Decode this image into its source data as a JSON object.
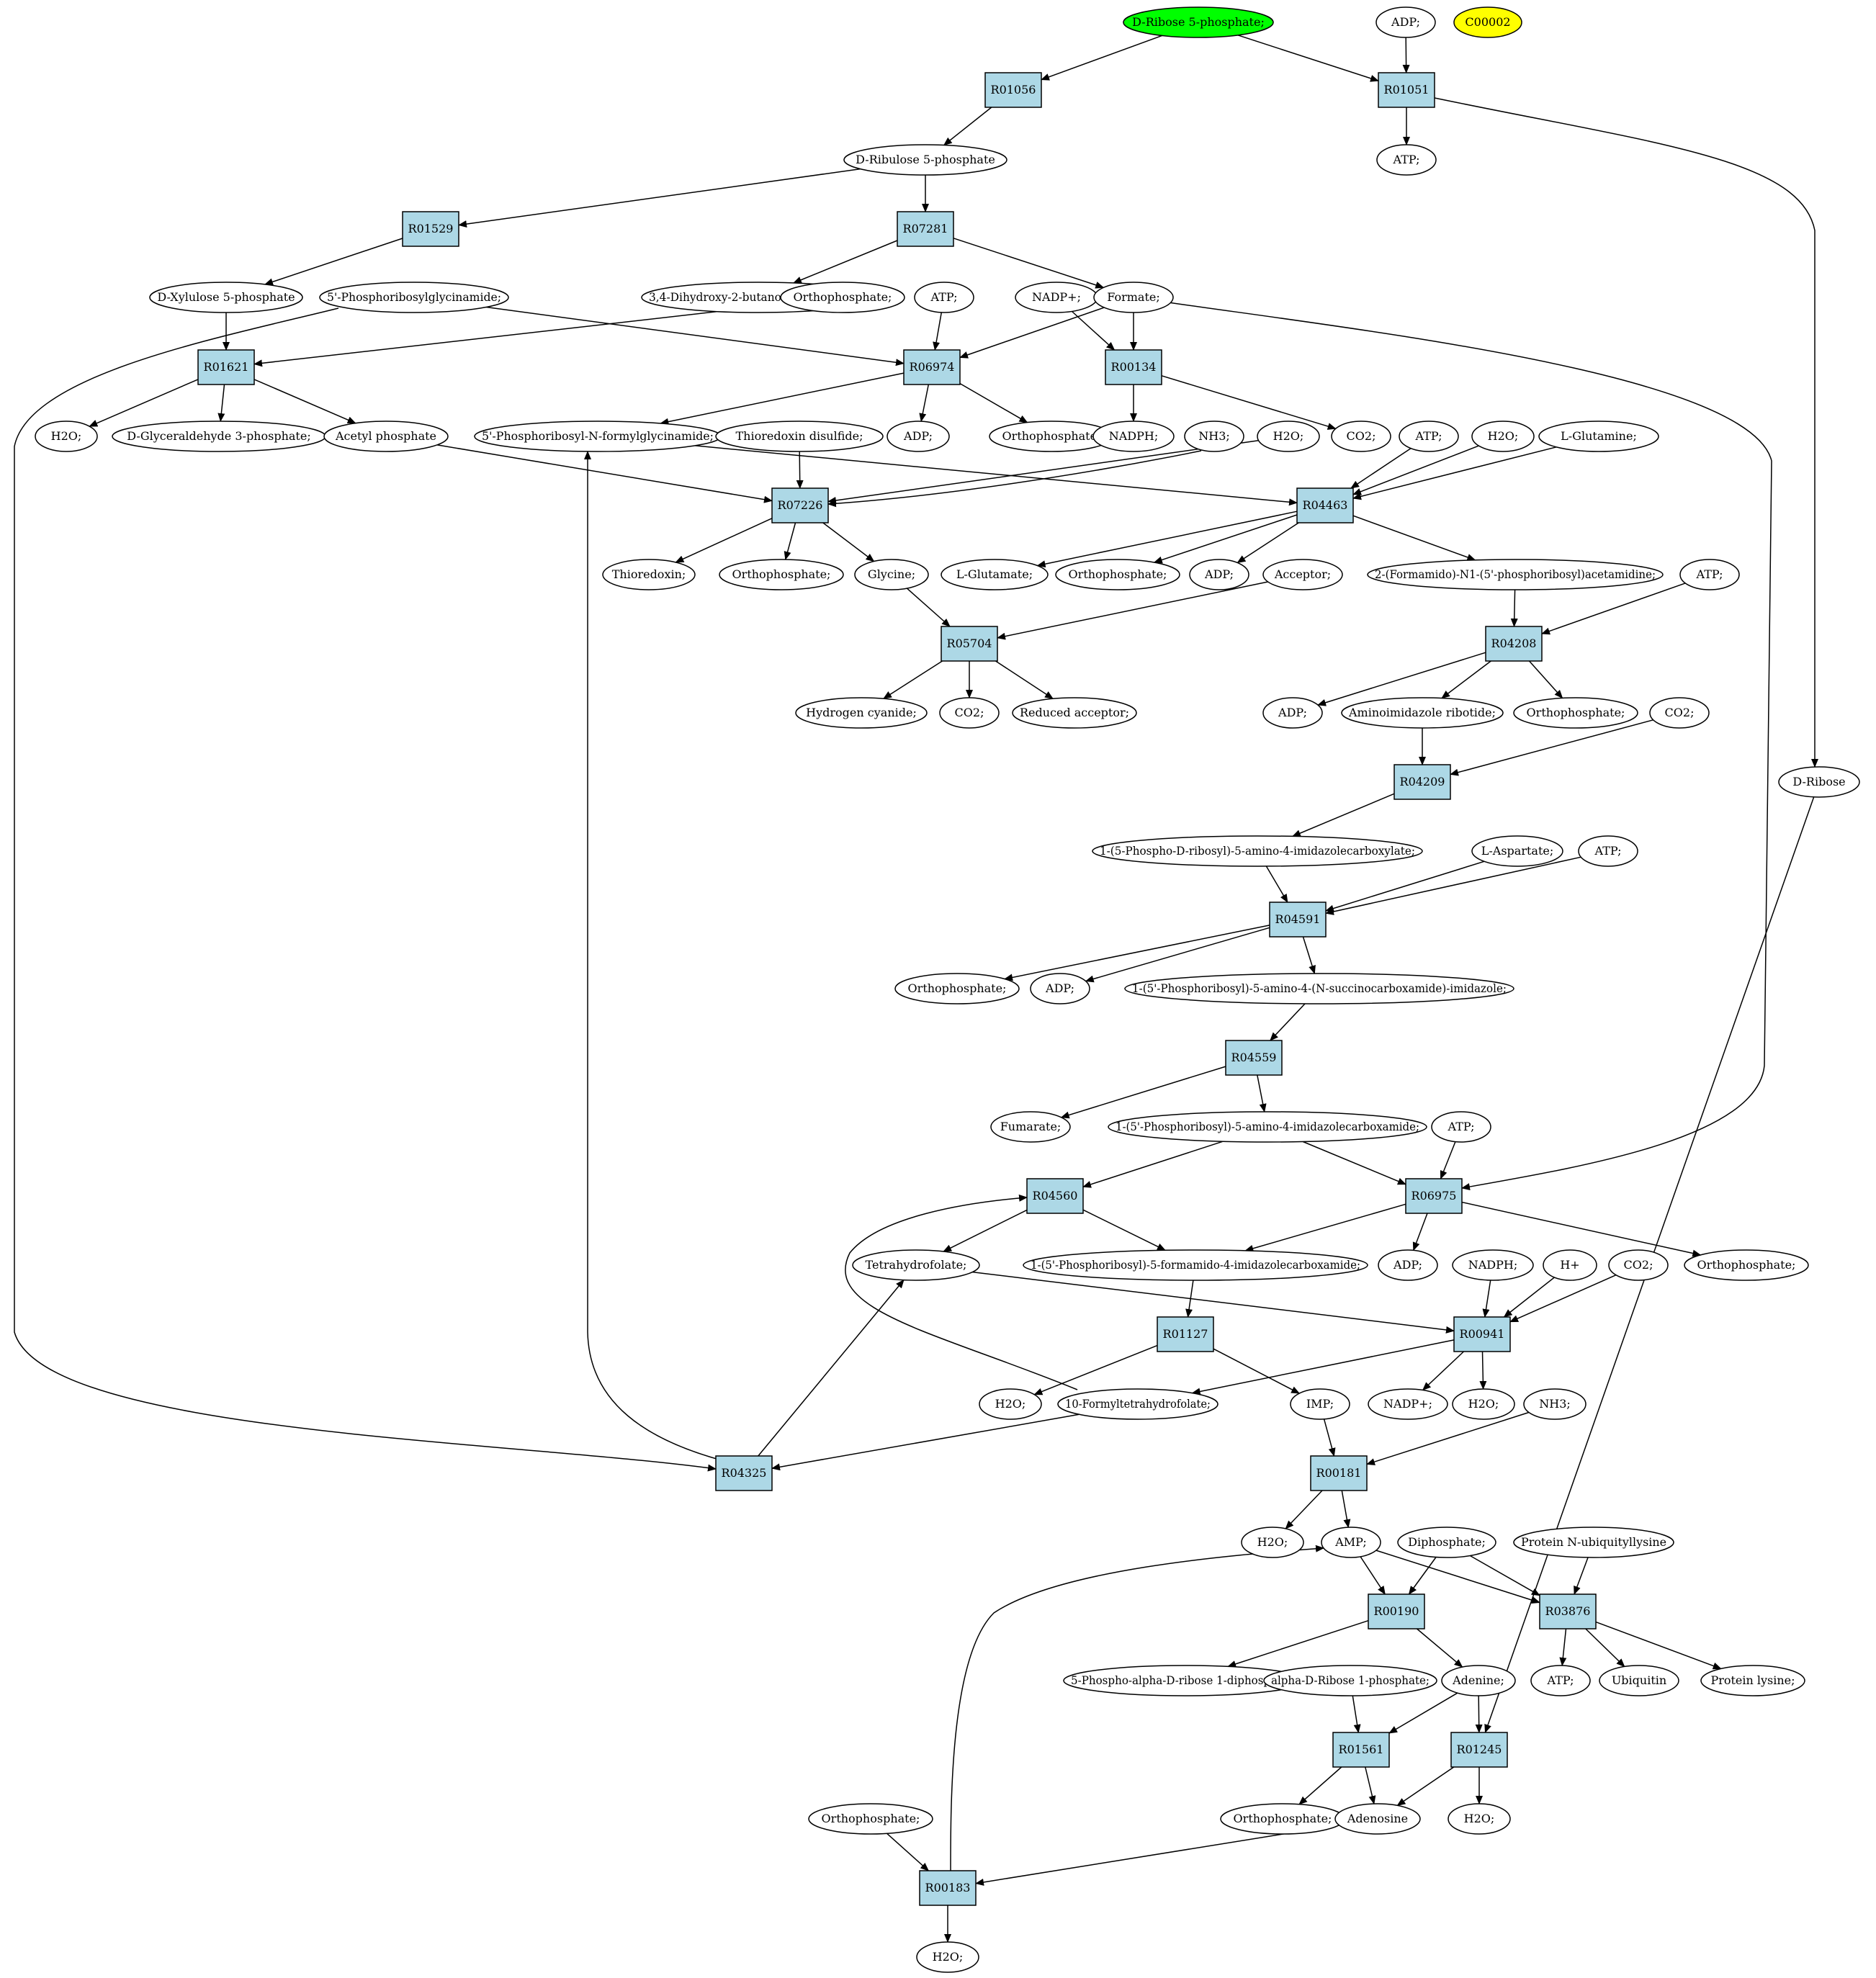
{
  "colors": {
    "reaction": "#add8e6",
    "compound": "#ffffff",
    "highlight_green": "#00ff00",
    "highlight_yellow": "#ffff00",
    "edge": "#000000"
  },
  "nodes": [
    {
      "id": "n1",
      "kind": "compound",
      "label": "D-Ribose 5-phosphate;",
      "color": "highlight_green"
    },
    {
      "id": "n2",
      "kind": "compound",
      "label": "ADP;"
    },
    {
      "id": "n3",
      "kind": "compound",
      "label": "C00002",
      "color": "highlight_yellow"
    },
    {
      "id": "r1",
      "kind": "reaction",
      "label": "R01056"
    },
    {
      "id": "r2",
      "kind": "reaction",
      "label": "R01051"
    },
    {
      "id": "n4",
      "kind": "compound",
      "label": "D-Ribulose 5-phosphate"
    },
    {
      "id": "n5",
      "kind": "compound",
      "label": "ATP;"
    },
    {
      "id": "r3",
      "kind": "reaction",
      "label": "R01529"
    },
    {
      "id": "r4",
      "kind": "reaction",
      "label": "R07281"
    },
    {
      "id": "n6",
      "kind": "compound",
      "label": "D-Xylulose 5-phosphate"
    },
    {
      "id": "n7",
      "kind": "compound",
      "label": "5'-Phosphoribosylglycinamide;"
    },
    {
      "id": "n8",
      "kind": "compound",
      "label": "3,4-Dihydroxy-2-butanone 4-phosphate"
    },
    {
      "id": "n9",
      "kind": "compound",
      "label": "Orthophosphate;"
    },
    {
      "id": "n10",
      "kind": "compound",
      "label": "ATP;"
    },
    {
      "id": "n11",
      "kind": "compound",
      "label": "NADP+;"
    },
    {
      "id": "n12",
      "kind": "compound",
      "label": "Formate;"
    },
    {
      "id": "r5",
      "kind": "reaction",
      "label": "R01621"
    },
    {
      "id": "r6",
      "kind": "reaction",
      "label": "R06974"
    },
    {
      "id": "r7",
      "kind": "reaction",
      "label": "R00134"
    },
    {
      "id": "n13",
      "kind": "compound",
      "label": "H2O;"
    },
    {
      "id": "n14",
      "kind": "compound",
      "label": "D-Glyceraldehyde 3-phosphate;"
    },
    {
      "id": "n15",
      "kind": "compound",
      "label": "Acetyl phosphate"
    },
    {
      "id": "n16",
      "kind": "compound",
      "label": "5'-Phosphoribosyl-N-formylglycinamide;"
    },
    {
      "id": "n17",
      "kind": "compound",
      "label": "Thioredoxin disulfide;"
    },
    {
      "id": "n18",
      "kind": "compound",
      "label": "ADP;"
    },
    {
      "id": "n19",
      "kind": "compound",
      "label": "Orthophosphate;"
    },
    {
      "id": "n20",
      "kind": "compound",
      "label": "NADPH;"
    },
    {
      "id": "n21",
      "kind": "compound",
      "label": "NH3;"
    },
    {
      "id": "n22",
      "kind": "compound",
      "label": "H2O;"
    },
    {
      "id": "n23",
      "kind": "compound",
      "label": "CO2;"
    },
    {
      "id": "n24",
      "kind": "compound",
      "label": "ATP;"
    },
    {
      "id": "n25",
      "kind": "compound",
      "label": "H2O;"
    },
    {
      "id": "n26",
      "kind": "compound",
      "label": "L-Glutamine;"
    },
    {
      "id": "r8",
      "kind": "reaction",
      "label": "R07226"
    },
    {
      "id": "r9",
      "kind": "reaction",
      "label": "R04463"
    },
    {
      "id": "n27",
      "kind": "compound",
      "label": "Thioredoxin;"
    },
    {
      "id": "n28",
      "kind": "compound",
      "label": "Orthophosphate;"
    },
    {
      "id": "n29",
      "kind": "compound",
      "label": "Glycine;"
    },
    {
      "id": "n30",
      "kind": "compound",
      "label": "L-Glutamate;"
    },
    {
      "id": "n31",
      "kind": "compound",
      "label": "Orthophosphate;"
    },
    {
      "id": "n32",
      "kind": "compound",
      "label": "ADP;"
    },
    {
      "id": "n33",
      "kind": "compound",
      "label": "Acceptor;"
    },
    {
      "id": "n34",
      "kind": "compound",
      "label": "2-(Formamido)-N1-(5'-phosphoribosyl)acetamidine;"
    },
    {
      "id": "n35",
      "kind": "compound",
      "label": "ATP;"
    },
    {
      "id": "r10",
      "kind": "reaction",
      "label": "R05704"
    },
    {
      "id": "r11",
      "kind": "reaction",
      "label": "R04208"
    },
    {
      "id": "n36",
      "kind": "compound",
      "label": "Hydrogen cyanide;"
    },
    {
      "id": "n37",
      "kind": "compound",
      "label": "CO2;"
    },
    {
      "id": "n38",
      "kind": "compound",
      "label": "Reduced acceptor;"
    },
    {
      "id": "n39",
      "kind": "compound",
      "label": "ADP;"
    },
    {
      "id": "n40",
      "kind": "compound",
      "label": "Aminoimidazole ribotide;"
    },
    {
      "id": "n41",
      "kind": "compound",
      "label": "Orthophosphate;"
    },
    {
      "id": "n42",
      "kind": "compound",
      "label": "CO2;"
    },
    {
      "id": "n43",
      "kind": "compound",
      "label": "D-Ribose"
    },
    {
      "id": "r12",
      "kind": "reaction",
      "label": "R04209"
    },
    {
      "id": "n44",
      "kind": "compound",
      "label": "1-(5-Phospho-D-ribosyl)-5-amino-4-imidazolecarboxylate;"
    },
    {
      "id": "n45",
      "kind": "compound",
      "label": "L-Aspartate;"
    },
    {
      "id": "n46",
      "kind": "compound",
      "label": "ATP;"
    },
    {
      "id": "r13",
      "kind": "reaction",
      "label": "R04591"
    },
    {
      "id": "n47",
      "kind": "compound",
      "label": "Orthophosphate;"
    },
    {
      "id": "n48",
      "kind": "compound",
      "label": "ADP;"
    },
    {
      "id": "n49",
      "kind": "compound",
      "label": "1-(5'-Phosphoribosyl)-5-amino-4-(N-succinocarboxamide)-imidazole;"
    },
    {
      "id": "r14",
      "kind": "reaction",
      "label": "R04559"
    },
    {
      "id": "n50",
      "kind": "compound",
      "label": "Fumarate;"
    },
    {
      "id": "n51",
      "kind": "compound",
      "label": "1-(5'-Phosphoribosyl)-5-amino-4-imidazolecarboxamide;"
    },
    {
      "id": "n52",
      "kind": "compound",
      "label": "ATP;"
    },
    {
      "id": "r15",
      "kind": "reaction",
      "label": "R04560"
    },
    {
      "id": "r16",
      "kind": "reaction",
      "label": "R06975"
    },
    {
      "id": "n53",
      "kind": "compound",
      "label": "Tetrahydrofolate;"
    },
    {
      "id": "n54",
      "kind": "compound",
      "label": "1-(5'-Phosphoribosyl)-5-formamido-4-imidazolecarboxamide;"
    },
    {
      "id": "n55",
      "kind": "compound",
      "label": "ADP;"
    },
    {
      "id": "n56",
      "kind": "compound",
      "label": "NADPH;"
    },
    {
      "id": "n57",
      "kind": "compound",
      "label": "H+"
    },
    {
      "id": "n58",
      "kind": "compound",
      "label": "CO2;"
    },
    {
      "id": "n59",
      "kind": "compound",
      "label": "Orthophosphate;"
    },
    {
      "id": "r17",
      "kind": "reaction",
      "label": "R01127"
    },
    {
      "id": "r18",
      "kind": "reaction",
      "label": "R00941"
    },
    {
      "id": "n60",
      "kind": "compound",
      "label": "H2O;"
    },
    {
      "id": "n61",
      "kind": "compound",
      "label": "10-Formyltetrahydrofolate;"
    },
    {
      "id": "n62",
      "kind": "compound",
      "label": "IMP;"
    },
    {
      "id": "n63",
      "kind": "compound",
      "label": "NADP+;"
    },
    {
      "id": "n64",
      "kind": "compound",
      "label": "H2O;"
    },
    {
      "id": "n65",
      "kind": "compound",
      "label": "NH3;"
    },
    {
      "id": "r19",
      "kind": "reaction",
      "label": "R04325"
    },
    {
      "id": "r20",
      "kind": "reaction",
      "label": "R00181"
    },
    {
      "id": "n66",
      "kind": "compound",
      "label": "H2O;"
    },
    {
      "id": "n67",
      "kind": "compound",
      "label": "AMP;"
    },
    {
      "id": "n68",
      "kind": "compound",
      "label": "Diphosphate;"
    },
    {
      "id": "n69",
      "kind": "compound",
      "label": "Protein N-ubiquityllysine"
    },
    {
      "id": "r21",
      "kind": "reaction",
      "label": "R00190"
    },
    {
      "id": "r22",
      "kind": "reaction",
      "label": "R03876"
    },
    {
      "id": "n70",
      "kind": "compound",
      "label": "5-Phospho-alpha-D-ribose 1-diphosphate;"
    },
    {
      "id": "n71",
      "kind": "compound",
      "label": "alpha-D-Ribose 1-phosphate;"
    },
    {
      "id": "n72",
      "kind": "compound",
      "label": "Adenine;"
    },
    {
      "id": "n73",
      "kind": "compound",
      "label": "ATP;"
    },
    {
      "id": "n74",
      "kind": "compound",
      "label": "Ubiquitin"
    },
    {
      "id": "n75",
      "kind": "compound",
      "label": "Protein lysine;"
    },
    {
      "id": "r23",
      "kind": "reaction",
      "label": "R01561"
    },
    {
      "id": "r24",
      "kind": "reaction",
      "label": "R01245"
    },
    {
      "id": "n76",
      "kind": "compound",
      "label": "Orthophosphate;"
    },
    {
      "id": "n77",
      "kind": "compound",
      "label": "Orthophosphate;"
    },
    {
      "id": "n78",
      "kind": "compound",
      "label": "Adenosine"
    },
    {
      "id": "n79",
      "kind": "compound",
      "label": "H2O;"
    },
    {
      "id": "r25",
      "kind": "reaction",
      "label": "R00183"
    },
    {
      "id": "n80",
      "kind": "compound",
      "label": "H2O;"
    }
  ],
  "edges": [
    [
      "n1",
      "r1"
    ],
    [
      "n1",
      "r2"
    ],
    [
      "n2",
      "r2"
    ],
    [
      "r1",
      "n4"
    ],
    [
      "r2",
      "n5"
    ],
    [
      "r2",
      "n43"
    ],
    [
      "n4",
      "r3"
    ],
    [
      "n4",
      "r4"
    ],
    [
      "r3",
      "n6"
    ],
    [
      "r4",
      "n8"
    ],
    [
      "r4",
      "n12"
    ],
    [
      "n6",
      "r5"
    ],
    [
      "n9",
      "r5"
    ],
    [
      "n7",
      "r6"
    ],
    [
      "n7",
      "r19"
    ],
    [
      "n10",
      "r6"
    ],
    [
      "n12",
      "r6"
    ],
    [
      "n11",
      "r7"
    ],
    [
      "n12",
      "r7"
    ],
    [
      "n12",
      "r16"
    ],
    [
      "r5",
      "n13"
    ],
    [
      "r5",
      "n14"
    ],
    [
      "r5",
      "n15"
    ],
    [
      "r6",
      "n16"
    ],
    [
      "r6",
      "n18"
    ],
    [
      "r6",
      "n19"
    ],
    [
      "r7",
      "n20"
    ],
    [
      "r7",
      "n23"
    ],
    [
      "n15",
      "r8"
    ],
    [
      "n17",
      "r8"
    ],
    [
      "n21",
      "r8"
    ],
    [
      "n22",
      "r8"
    ],
    [
      "n16",
      "r9"
    ],
    [
      "n24",
      "r9"
    ],
    [
      "n25",
      "r9"
    ],
    [
      "n26",
      "r9"
    ],
    [
      "r8",
      "n27"
    ],
    [
      "r8",
      "n28"
    ],
    [
      "r8",
      "n29"
    ],
    [
      "r9",
      "n30"
    ],
    [
      "r9",
      "n31"
    ],
    [
      "r9",
      "n32"
    ],
    [
      "r9",
      "n34"
    ],
    [
      "n29",
      "r10"
    ],
    [
      "n33",
      "r10"
    ],
    [
      "n34",
      "r11"
    ],
    [
      "n35",
      "r11"
    ],
    [
      "r10",
      "n36"
    ],
    [
      "r10",
      "n37"
    ],
    [
      "r10",
      "n38"
    ],
    [
      "r11",
      "n39"
    ],
    [
      "r11",
      "n40"
    ],
    [
      "r11",
      "n41"
    ],
    [
      "n40",
      "r12"
    ],
    [
      "n42",
      "r12"
    ],
    [
      "r12",
      "n44"
    ],
    [
      "n44",
      "r13"
    ],
    [
      "n45",
      "r13"
    ],
    [
      "n46",
      "r13"
    ],
    [
      "r13",
      "n47"
    ],
    [
      "r13",
      "n48"
    ],
    [
      "r13",
      "n49"
    ],
    [
      "n49",
      "r14"
    ],
    [
      "r14",
      "n50"
    ],
    [
      "r14",
      "n51"
    ],
    [
      "n51",
      "r15"
    ],
    [
      "n51",
      "r16"
    ],
    [
      "n52",
      "r16"
    ],
    [
      "n61",
      "r15"
    ],
    [
      "r15",
      "n53"
    ],
    [
      "r15",
      "n54"
    ],
    [
      "r16",
      "n54"
    ],
    [
      "r16",
      "n55"
    ],
    [
      "r16",
      "n59"
    ],
    [
      "n54",
      "r17"
    ],
    [
      "n53",
      "r18"
    ],
    [
      "n56",
      "r18"
    ],
    [
      "n57",
      "r18"
    ],
    [
      "n58",
      "r18"
    ],
    [
      "r17",
      "n60"
    ],
    [
      "r17",
      "n62"
    ],
    [
      "r18",
      "n61"
    ],
    [
      "r18",
      "n63"
    ],
    [
      "r18",
      "n64"
    ],
    [
      "n61",
      "r19"
    ],
    [
      "r19",
      "n53"
    ],
    [
      "r19",
      "n16"
    ],
    [
      "n62",
      "r20"
    ],
    [
      "n65",
      "r20"
    ],
    [
      "r20",
      "n66"
    ],
    [
      "r20",
      "n67"
    ],
    [
      "n67",
      "r21"
    ],
    [
      "n68",
      "r21"
    ],
    [
      "n67",
      "r22"
    ],
    [
      "n68",
      "r22"
    ],
    [
      "n69",
      "r22"
    ],
    [
      "r21",
      "n70"
    ],
    [
      "r21",
      "n72"
    ],
    [
      "r22",
      "n73"
    ],
    [
      "r22",
      "n74"
    ],
    [
      "r22",
      "n75"
    ],
    [
      "n71",
      "r23"
    ],
    [
      "n72",
      "r23"
    ],
    [
      "n72",
      "r24"
    ],
    [
      "n43",
      "r24"
    ],
    [
      "r23",
      "n76"
    ],
    [
      "r23",
      "n78"
    ],
    [
      "r24",
      "n78"
    ],
    [
      "r24",
      "n79"
    ],
    [
      "n78",
      "r25"
    ],
    [
      "n77",
      "r25"
    ],
    [
      "r25",
      "n80"
    ],
    [
      "r25",
      "n67"
    ]
  ]
}
